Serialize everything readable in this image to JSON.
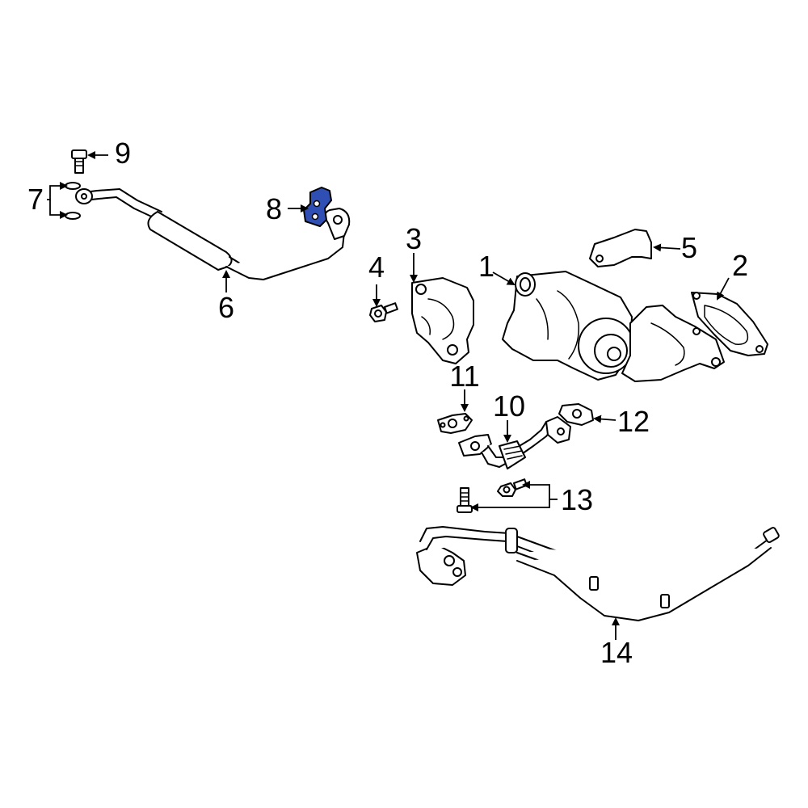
{
  "diagram": {
    "highlight_color": "#2f4fb4",
    "line_color": "#000000",
    "background": "#ffffff",
    "callouts": [
      {
        "id": "c1",
        "label": "1"
      },
      {
        "id": "c2",
        "label": "2"
      },
      {
        "id": "c3",
        "label": "3"
      },
      {
        "id": "c4",
        "label": "4"
      },
      {
        "id": "c5",
        "label": "5"
      },
      {
        "id": "c6",
        "label": "6"
      },
      {
        "id": "c7",
        "label": "7"
      },
      {
        "id": "c8",
        "label": "8"
      },
      {
        "id": "c9",
        "label": "9"
      },
      {
        "id": "c10",
        "label": "10"
      },
      {
        "id": "c11",
        "label": "11"
      },
      {
        "id": "c12",
        "label": "12"
      },
      {
        "id": "c13",
        "label": "13"
      },
      {
        "id": "c14",
        "label": "14"
      }
    ],
    "highlighted_part": "8"
  }
}
